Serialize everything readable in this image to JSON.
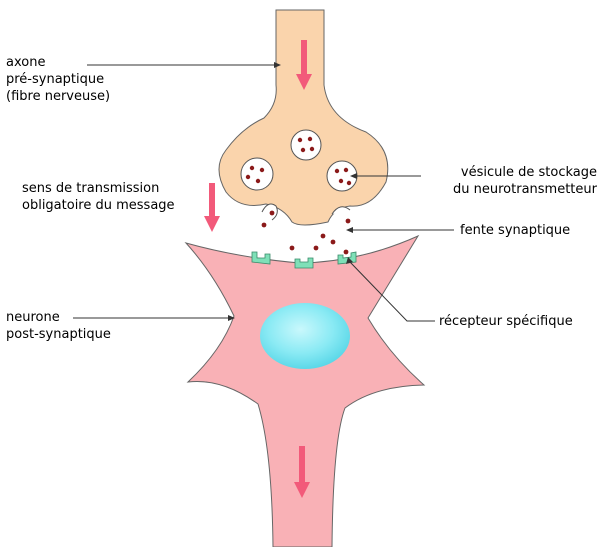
{
  "labels": {
    "axone_l1": "axone",
    "axone_l2": "pré-synaptique",
    "axone_l3": "(fibre nerveuse)",
    "sens_l1": "sens de transmission",
    "sens_l2": "obligatoire du message",
    "neurone_l1": "neurone",
    "neurone_l2": "post-synaptique",
    "vesicule_l1": "vésicule de stockage",
    "vesicule_l2": "du neurotransmetteur",
    "fente": "fente synaptique",
    "recepteur": "récepteur spécifique"
  },
  "colors": {
    "presynaptic": "#FAD4AC",
    "postsynaptic": "#F9B1B6",
    "nucleus": "#7CE8F2",
    "arrow": "#F25A7A",
    "dots": "#8B1A1A",
    "receptor": "#7FE0B8",
    "outline": "#555555"
  }
}
